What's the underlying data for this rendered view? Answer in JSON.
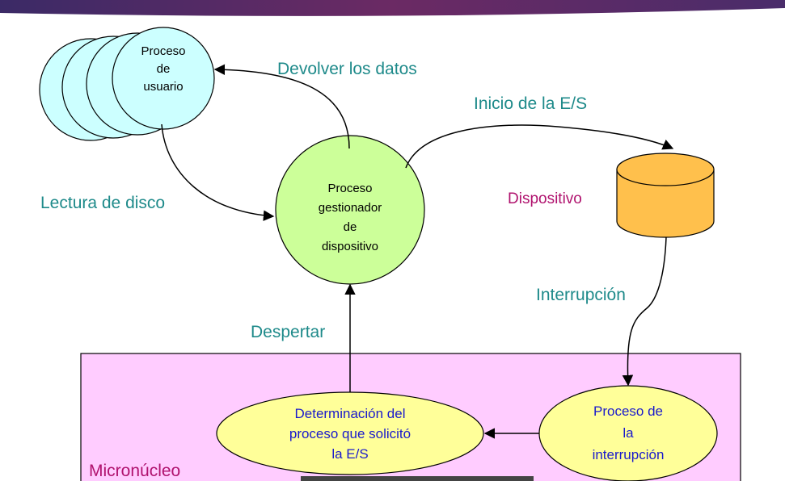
{
  "colors": {
    "header_left": "#3b2a66",
    "header_mid": "#6b2a64",
    "header_right": "#4a2c6a",
    "teal_text": "#1e8a8a",
    "magenta_text": "#b0126e",
    "blue_text": "#1a1acc",
    "user_circle_fill": "#ccffff",
    "manager_circle_fill": "#ccff99",
    "yellow_fill": "#ffff99",
    "kernel_fill": "#ffccff",
    "device_fill": "#ffc04c",
    "stroke": "#000000"
  },
  "user_process": {
    "line1": "Proceso",
    "line2": "de",
    "line3": "usuario"
  },
  "device_manager": {
    "line1": "Proceso",
    "line2": "gestionador",
    "line3": "de",
    "line4": "dispositivo"
  },
  "device": {
    "label": "Dispositivo"
  },
  "kernel": {
    "label": "Micronúcleo"
  },
  "determination": {
    "line1": "Determinación del",
    "line2": "proceso que solicitó",
    "line3": "la E/S"
  },
  "interrupt_process": {
    "line1": "Proceso de",
    "line2": "la",
    "line3": "interrupción"
  },
  "edges": {
    "return_data": "Devolver los datos",
    "start_io": "Inicio de la E/S",
    "disk_read": "Lectura de disco",
    "interrupt": "Interrupción",
    "wake_up": "Despertar"
  }
}
